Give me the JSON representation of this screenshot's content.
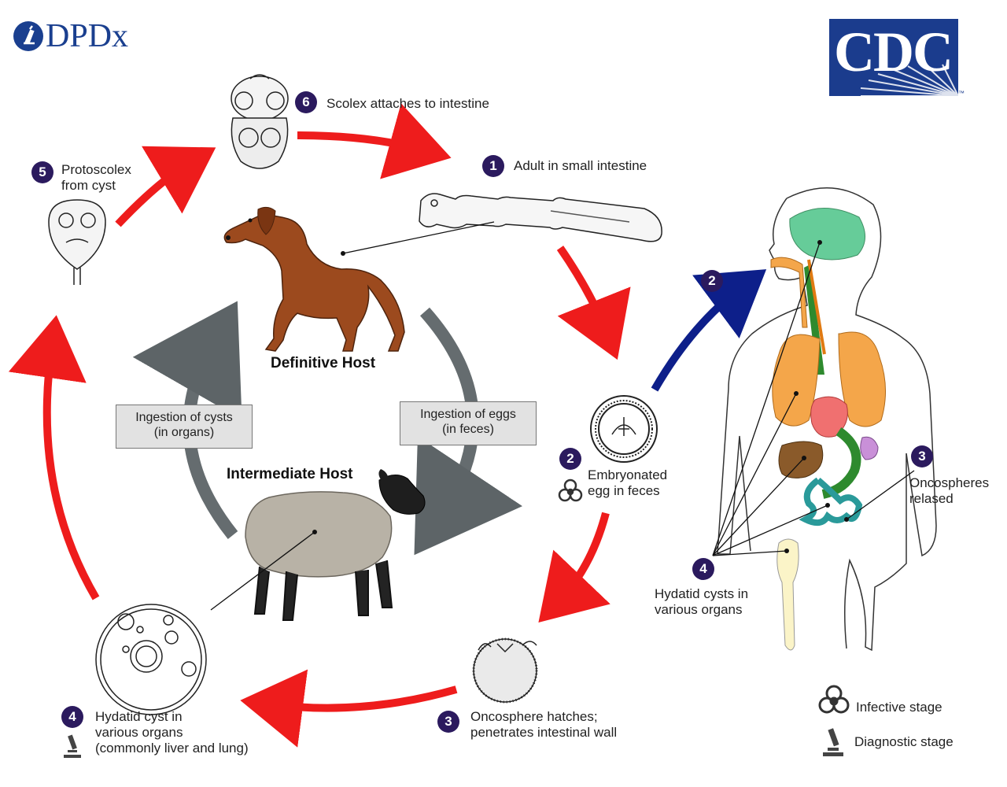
{
  "logos": {
    "dpdx": "DPDx",
    "cdc": "CDC",
    "cdc_mark": "™"
  },
  "hosts": {
    "definitive": "Definitive Host",
    "intermediate": "Intermediate Host"
  },
  "transmission": {
    "cysts": {
      "line1": "Ingestion of cysts",
      "line2": "(in organs)"
    },
    "eggs": {
      "line1": "Ingestion of eggs",
      "line2": "(in feces)"
    }
  },
  "stages": {
    "s6": {
      "num": "6",
      "text": "Scolex attaches to intestine"
    },
    "s1": {
      "num": "1",
      "text": "Adult in small intestine"
    },
    "s5": {
      "num": "5",
      "line1": "Protoscolex",
      "line2": "from cyst"
    },
    "s2": {
      "num": "2",
      "line1": "Embryonated",
      "line2": "egg in feces"
    },
    "s3": {
      "num": "3",
      "line1": "Oncosphere hatches;",
      "line2": "penetrates intestinal wall"
    },
    "s4": {
      "num": "4",
      "line1": "Hydatid cyst in",
      "line2": "various organs",
      "line3": "(commonly liver and lung)"
    }
  },
  "human": {
    "arrow_num": "2",
    "s3": {
      "num": "3",
      "line1": "Oncospheres",
      "line2": "relased"
    },
    "s4": {
      "num": "4",
      "line1": "Hydatid cysts in",
      "line2": "various organs"
    }
  },
  "legend": {
    "infective": "Infective stage",
    "diagnostic": "Diagnostic stage"
  },
  "colors": {
    "red_arrow": "#ee1c1c",
    "grey_arrow": "#5d6467",
    "blue_arrow": "#0d1f8a",
    "badge": "#2b1a5e",
    "cdc_blue": "#1b3c8d"
  }
}
